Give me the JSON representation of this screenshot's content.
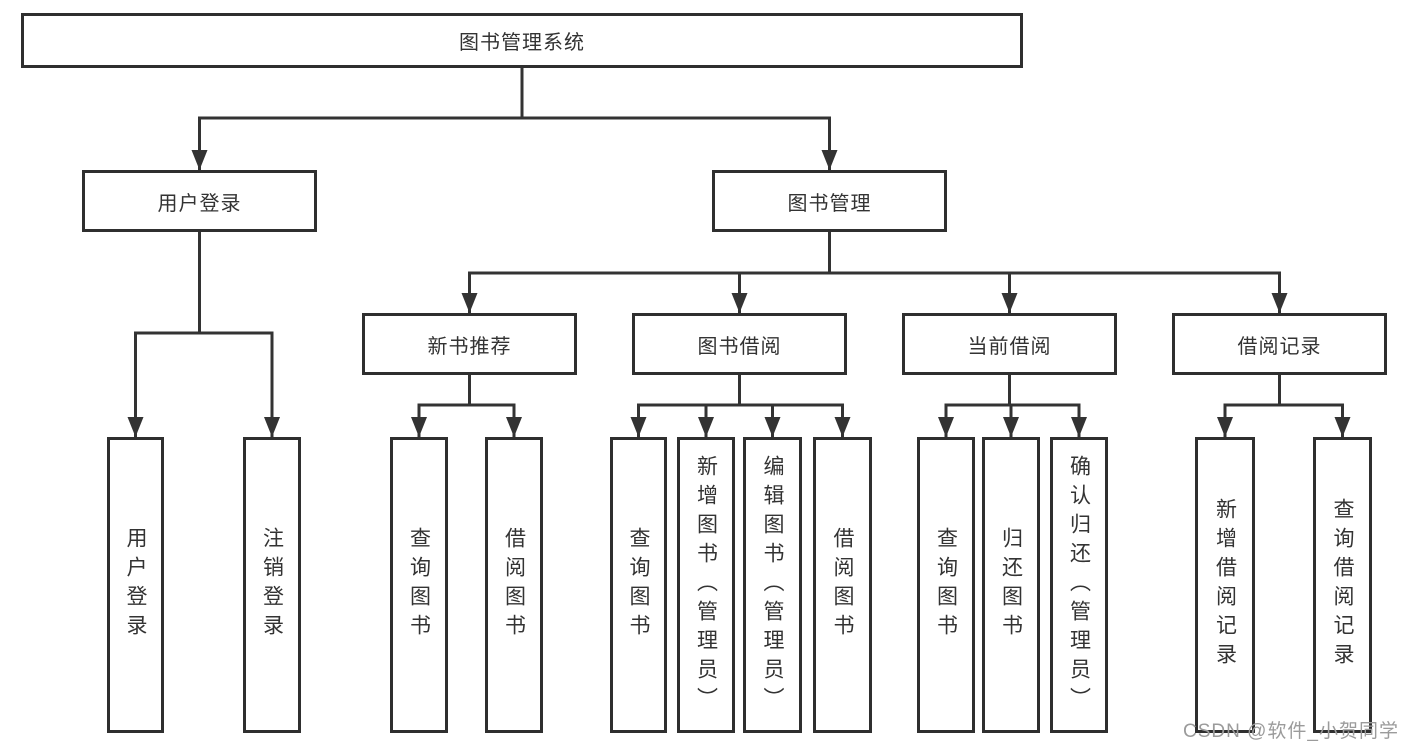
{
  "diagram": {
    "title": "图书管理系统",
    "type": "function-structure-tree"
  },
  "nodes": {
    "root": {
      "label": "图书管理系统"
    },
    "user_login": {
      "label": "用户登录"
    },
    "book_mgmt": {
      "label": "图书管理"
    },
    "new_book_rec": {
      "label": "新书推荐"
    },
    "book_borrow": {
      "label": "图书借阅"
    },
    "current_borrow": {
      "label": "当前借阅"
    },
    "borrow_record": {
      "label": "借阅记录"
    },
    "leaf_user_login": {
      "label": "用户登录"
    },
    "leaf_logout": {
      "label": "注销登录"
    },
    "leaf_query_book_new": {
      "label": "查询图书"
    },
    "leaf_borrow_book_new": {
      "label": "借阅图书"
    },
    "leaf_query_book_borrow": {
      "label": "查询图书"
    },
    "leaf_add_book": {
      "label": "新增图书（管理员）"
    },
    "leaf_edit_book": {
      "label": "编辑图书（管理员）"
    },
    "leaf_borrow_book": {
      "label": "借阅图书"
    },
    "leaf_query_book_current": {
      "label": "查询图书"
    },
    "leaf_return_book": {
      "label": "归还图书"
    },
    "leaf_confirm_return": {
      "label": "确认归还（管理员）"
    },
    "leaf_add_record": {
      "label": "新增借阅记录"
    },
    "leaf_query_record": {
      "label": "查询借阅记录"
    }
  },
  "tree": {
    "图书管理系统": {
      "用户登录": [
        "用户登录",
        "注销登录"
      ],
      "图书管理": {
        "新书推荐": [
          "查询图书",
          "借阅图书"
        ],
        "图书借阅": [
          "查询图书",
          "新增图书（管理员）",
          "编辑图书（管理员）",
          "借阅图书"
        ],
        "当前借阅": [
          "查询图书",
          "归还图书",
          "确认归还（管理员）"
        ],
        "借阅记录": [
          "新增借阅记录",
          "查询借阅记录"
        ]
      }
    }
  },
  "watermark": {
    "text": "CSDN @软件_小贺同学"
  },
  "colors": {
    "background": "#ffffff",
    "line": "#333333",
    "box_border": "#2f2f2f",
    "text": "#333333",
    "watermark": "#9b9b9b"
  }
}
